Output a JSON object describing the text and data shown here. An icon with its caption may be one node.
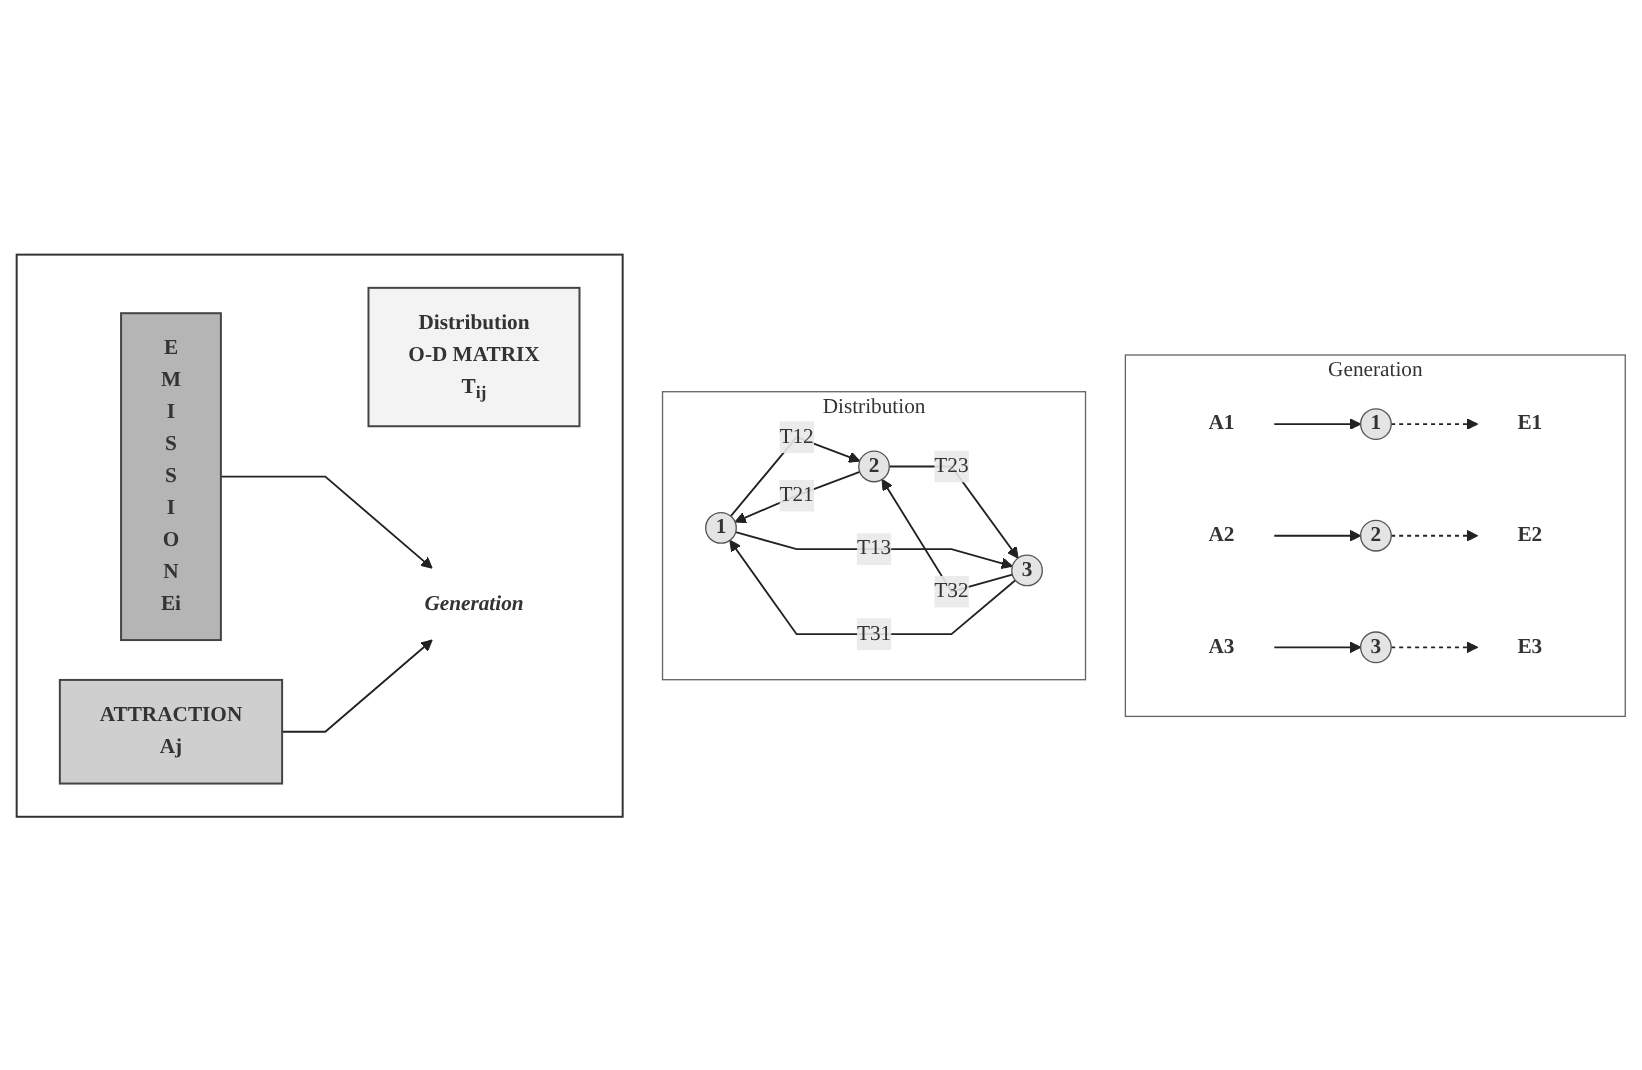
{
  "diagram": {
    "nodes": [
      {
        "text": [
          "Generation"
        ]
      },
      {
        "text": [
          "1"
        ],
        "in": 0
      },
      {
        "text": [
          "2"
        ],
        "in": 0
      },
      {
        "text": [
          "3"
        ],
        "in": 0
      },
      {
        "text": [
          "A1"
        ],
        "in": 0
      },
      {
        "text": [
          "E1"
        ],
        "in": 0
      },
      {
        "text": [
          "A2"
        ],
        "in": 0
      },
      {
        "text": [
          "E2"
        ],
        "in": 0
      },
      {
        "text": [
          "A3"
        ],
        "in": 0
      },
      {
        "text": [
          "E3"
        ],
        "in": 0
      },
      {
        "text": [
          "Distribution"
        ]
      },
      {
        "text": [
          "1"
        ],
        "in": 10
      },
      {
        "text": [
          "2"
        ],
        "in": 10
      },
      {
        "text": [
          "3"
        ],
        "in": 10
      },
      {
        "text": [],
        "shape": "box"
      },
      {
        "text": [
          "Distribution",
          "O-D MATRIX",
          "T$_{ij}$"
        ],
        "in": 14
      },
      {
        "text": [
          "EMISSION",
          "Ei"
        ],
        "in": 14
      },
      {
        "text": [
          "ATTRACTION",
          "Aj"
        ],
        "in": 14
      },
      {
        "text": [
          "Generation"
        ],
        "in": 14
      }
    ],
    "edges": [
      {
        "from": 4,
        "to": 1,
        "arrow": "to"
      },
      {
        "from": 1,
        "to": 5,
        "arrow": "to",
        "style": "dashed"
      },
      {
        "from": 6,
        "to": 2,
        "arrow": "to"
      },
      {
        "from": 2,
        "to": 7,
        "arrow": "to",
        "style": "dashed"
      },
      {
        "from": 8,
        "to": 3,
        "arrow": "to"
      },
      {
        "from": 3,
        "to": 9,
        "arrow": "to",
        "style": "dashed"
      },
      {
        "from": 11,
        "to": 12,
        "label": "T12",
        "arrow": "to"
      },
      {
        "from": 12,
        "to": 11,
        "label": "T21",
        "arrow": "to"
      },
      {
        "from": 13,
        "to": 12,
        "label": "T32",
        "arrow": "to"
      },
      {
        "from": 12,
        "to": 13,
        "label": "T23",
        "arrow": "to"
      },
      {
        "from": 13,
        "to": 11,
        "label": "T31",
        "arrow": "to"
      },
      {
        "from": 11,
        "to": 13,
        "label": "T13",
        "arrow": "to"
      },
      {
        "from": 16,
        "to": 18,
        "arrow": "to"
      },
      {
        "from": 17,
        "to": 18,
        "arrow": "to"
      }
    ]
  }
}
